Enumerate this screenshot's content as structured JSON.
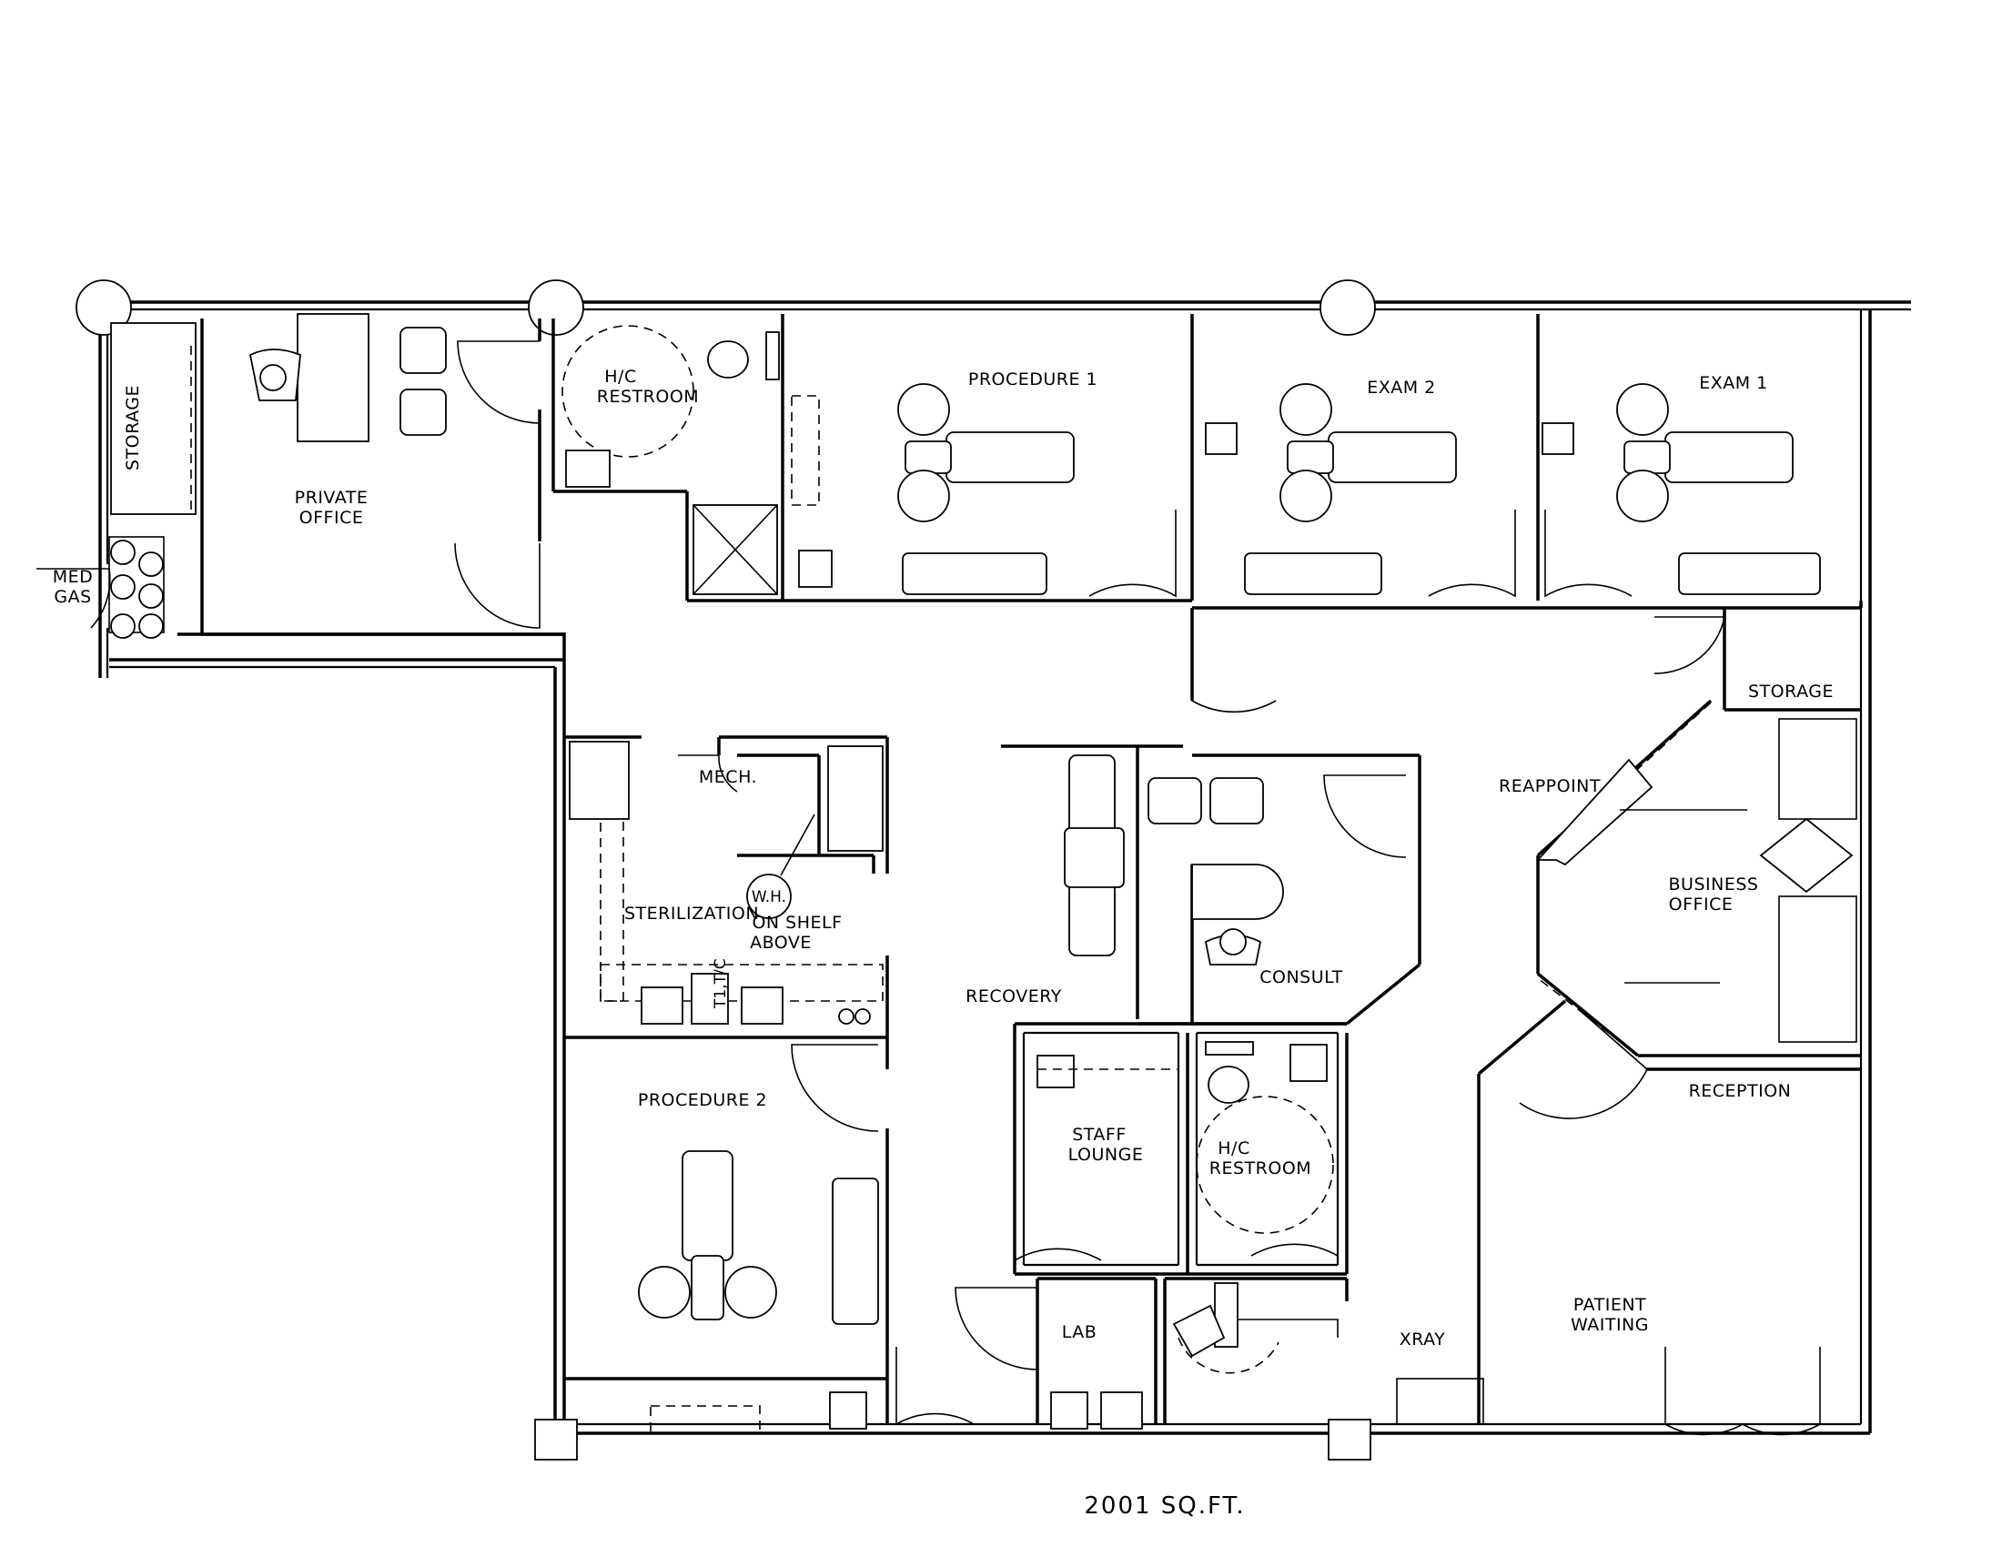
{
  "rooms": {
    "storage_left": "STORAGE",
    "private_office": [
      "PRIVATE",
      "OFFICE"
    ],
    "med_gas": [
      "MED",
      "GAS"
    ],
    "restroom_top": [
      "H/C",
      "RESTROOM"
    ],
    "procedure_1": "PROCEDURE 1",
    "exam_2": "EXAM 2",
    "exam_1": "EXAM 1",
    "storage_right": "STORAGE",
    "mech": "MECH.",
    "water_heater": "W.H.",
    "shelf_note": [
      "ON SHELF",
      "ABOVE"
    ],
    "sterilization": "STERILIZATION",
    "reappoint": "REAPPOINT",
    "business_office": [
      "BUSINESS",
      "OFFICE"
    ],
    "consult": "CONSULT",
    "recovery": "RECOVERY",
    "procedure_2": "PROCEDURE 2",
    "staff_lounge": [
      "STAFF",
      "LOUNGE"
    ],
    "restroom_bottom": [
      "H/C",
      "RESTROOM"
    ],
    "reception": "RECEPTION",
    "patient_waiting": [
      "PATIENT",
      "WAITING"
    ],
    "lab": "LAB",
    "xray": "XRAY",
    "thermostat": "T1,T/C"
  },
  "total_area": "2001 SQ.FT."
}
